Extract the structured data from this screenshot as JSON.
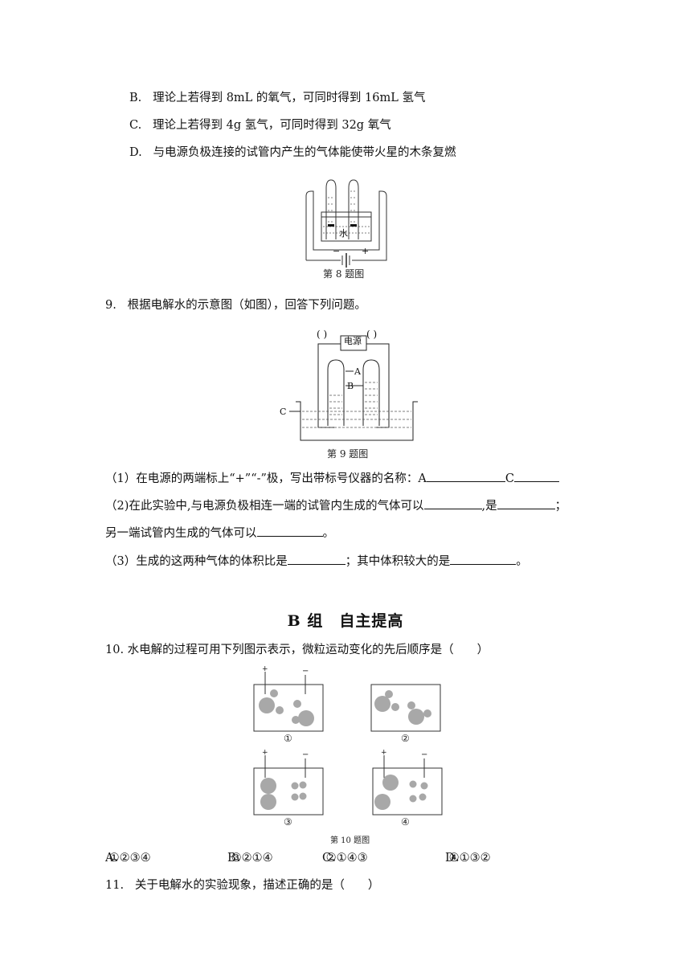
{
  "q8": {
    "options": [
      {
        "label": "B.",
        "text": "理论上若得到 8mL 的氧气，可同时得到 16mL 氢气"
      },
      {
        "label": "C.",
        "text": "理论上若得到 4g 氢气，可同时得到 32g 氧气"
      },
      {
        "label": "D.",
        "text": "与电源负极连接的试管内产生的气体能使带火星的木条复燃"
      }
    ],
    "figure": {
      "water_label": "水",
      "minus": "−",
      "plus": "+",
      "caption": "第 8 题图"
    }
  },
  "q9": {
    "number": "9.",
    "stem": "根据电解水的示意图（如图），回答下列问题。",
    "figure": {
      "power_label": "电源",
      "paren_left": "(    )",
      "paren_right": "(    )",
      "label_a": "A",
      "label_b": "B",
      "label_c": "C",
      "caption": "第 9 题图"
    },
    "sub1": {
      "text": "（1）在电源的两端标上“+”“-”极，写出带标号仪器的名称：A",
      "mid": "C"
    },
    "sub2": {
      "part1": "（2)在此实验中,与电源负极相连一端的试管内生成的气体可以",
      "part2": ",是",
      "part3": "；"
    },
    "sub2b": {
      "text": "另一端试管内生成的气体可以",
      "end": "。"
    },
    "sub3": {
      "part1": "（3）生成的这两种气体的体积比是",
      "part2": "；其中体积较大的是",
      "end": "。"
    }
  },
  "section_b": {
    "title": "B 组　自主提高"
  },
  "q10": {
    "stem": "10. 水电解的过程可用下列图示表示，微粒运动变化的先后顺序是（　　）",
    "panels": [
      {
        "label": "①",
        "has_electrodes": true
      },
      {
        "label": "②",
        "has_electrodes": false
      },
      {
        "label": "③",
        "has_electrodes": true
      },
      {
        "label": "④",
        "has_electrodes": true
      }
    ],
    "electrode_plus": "+",
    "electrode_minus": "−",
    "caption": "第 10 题图",
    "choices": [
      {
        "label": "A．",
        "text": "①②③④"
      },
      {
        "label": "B．",
        "text": "③②①④"
      },
      {
        "label": "C．",
        "text": "②①④③"
      },
      {
        "label": "D．",
        "text": "④①③②"
      }
    ]
  },
  "q11": {
    "number": "11.",
    "stem": "关于电解水的实验现象，描述正确的是（　　）"
  }
}
